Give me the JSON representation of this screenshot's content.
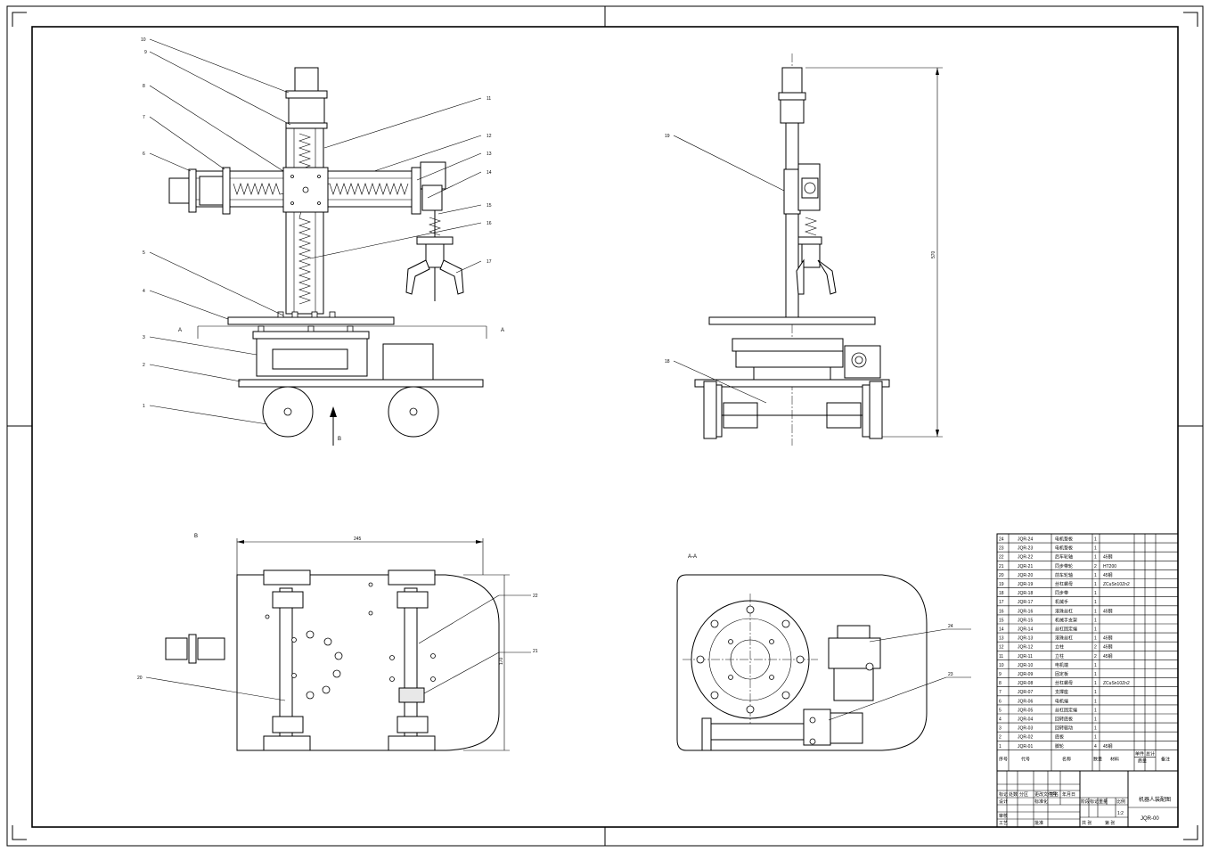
{
  "views": {
    "front_section_label": "A",
    "front_section_label_right": "A",
    "arrow_label": "B",
    "view_b_title": "B",
    "view_aa_title": "A-A",
    "dim_width": "245",
    "dim_height_side": "570",
    "dim_height_bottom": "170"
  },
  "balloons": [
    "1",
    "2",
    "3",
    "4",
    "5",
    "6",
    "7",
    "8",
    "9",
    "10",
    "11",
    "12",
    "13",
    "14",
    "15",
    "16",
    "17",
    "18",
    "19",
    "20",
    "21",
    "22",
    "23",
    "24"
  ],
  "parts_table": {
    "rows": [
      {
        "no": "24",
        "code": "JQR-24",
        "name": "电机垫板",
        "qty": "1",
        "material": ""
      },
      {
        "no": "23",
        "code": "JQR-23",
        "name": "电机垫板",
        "qty": "1",
        "material": ""
      },
      {
        "no": "22",
        "code": "JQR-22",
        "name": "后车轮轴",
        "qty": "1",
        "material": "45钢"
      },
      {
        "no": "21",
        "code": "JQR-21",
        "name": "同步带轮",
        "qty": "2",
        "material": "HT200"
      },
      {
        "no": "20",
        "code": "JQR-20",
        "name": "前车轮轴",
        "qty": "1",
        "material": "45钢"
      },
      {
        "no": "19",
        "code": "JQR-19",
        "name": "丝杠螺母",
        "qty": "1",
        "material": "ZCuSn10Zn2"
      },
      {
        "no": "18",
        "code": "JQR-18",
        "name": "同步带",
        "qty": "1",
        "material": ""
      },
      {
        "no": "17",
        "code": "JQR-17",
        "name": "机械手",
        "qty": "1",
        "material": ""
      },
      {
        "no": "16",
        "code": "JQR-16",
        "name": "滚珠丝杠",
        "qty": "1",
        "material": "45钢"
      },
      {
        "no": "15",
        "code": "JQR-15",
        "name": "机械手支架",
        "qty": "1",
        "material": ""
      },
      {
        "no": "14",
        "code": "JQR-14",
        "name": "丝杠固定端",
        "qty": "1",
        "material": ""
      },
      {
        "no": "13",
        "code": "JQR-13",
        "name": "滚珠丝杠",
        "qty": "1",
        "material": "45钢"
      },
      {
        "no": "12",
        "code": "JQR-12",
        "name": "立柱",
        "qty": "2",
        "material": "45钢"
      },
      {
        "no": "11",
        "code": "JQR-11",
        "name": "立柱",
        "qty": "2",
        "material": "45钢"
      },
      {
        "no": "10",
        "code": "JQR-10",
        "name": "电机端",
        "qty": "1",
        "material": ""
      },
      {
        "no": "9",
        "code": "JQR-09",
        "name": "固定板",
        "qty": "1",
        "material": ""
      },
      {
        "no": "8",
        "code": "JQR-08",
        "name": "丝杠螺母",
        "qty": "1",
        "material": "ZCuSn10Zn2"
      },
      {
        "no": "7",
        "code": "JQR-07",
        "name": "支撑座",
        "qty": "1",
        "material": ""
      },
      {
        "no": "6",
        "code": "JQR-06",
        "name": "电机端",
        "qty": "1",
        "material": ""
      },
      {
        "no": "5",
        "code": "JQR-05",
        "name": "丝杠固定端",
        "qty": "1",
        "material": ""
      },
      {
        "no": "4",
        "code": "JQR-04",
        "name": "回转底板",
        "qty": "1",
        "material": ""
      },
      {
        "no": "3",
        "code": "JQR-03",
        "name": "回转驱动",
        "qty": "1",
        "material": ""
      },
      {
        "no": "2",
        "code": "JQR-02",
        "name": "底板",
        "qty": "1",
        "material": ""
      },
      {
        "no": "1",
        "code": "JQR-01",
        "name": "脚轮",
        "qty": "4",
        "material": "45钢"
      }
    ],
    "header": {
      "no": "序号",
      "code": "代号",
      "name": "名称",
      "qty": "数量",
      "material": "材料",
      "unit": "单件",
      "total": "总计",
      "mass": "质量",
      "remark": "备注"
    }
  },
  "title_block": {
    "drawing_title": "机器人装配图",
    "drawing_number": "JQR-00",
    "scale": "1:2",
    "labels": {
      "mark": "标记",
      "count": "处数",
      "zone": "分区",
      "change_doc": "更改文件号",
      "sign": "签名",
      "date": "年月日",
      "design": "设计",
      "standard": "标准化",
      "stage_mark": "阶段标记",
      "weight": "重量",
      "ratio": "比例",
      "review": "审核",
      "process": "工艺",
      "approve": "批准",
      "sheets": "共 张",
      "sheet": "第 张"
    }
  }
}
